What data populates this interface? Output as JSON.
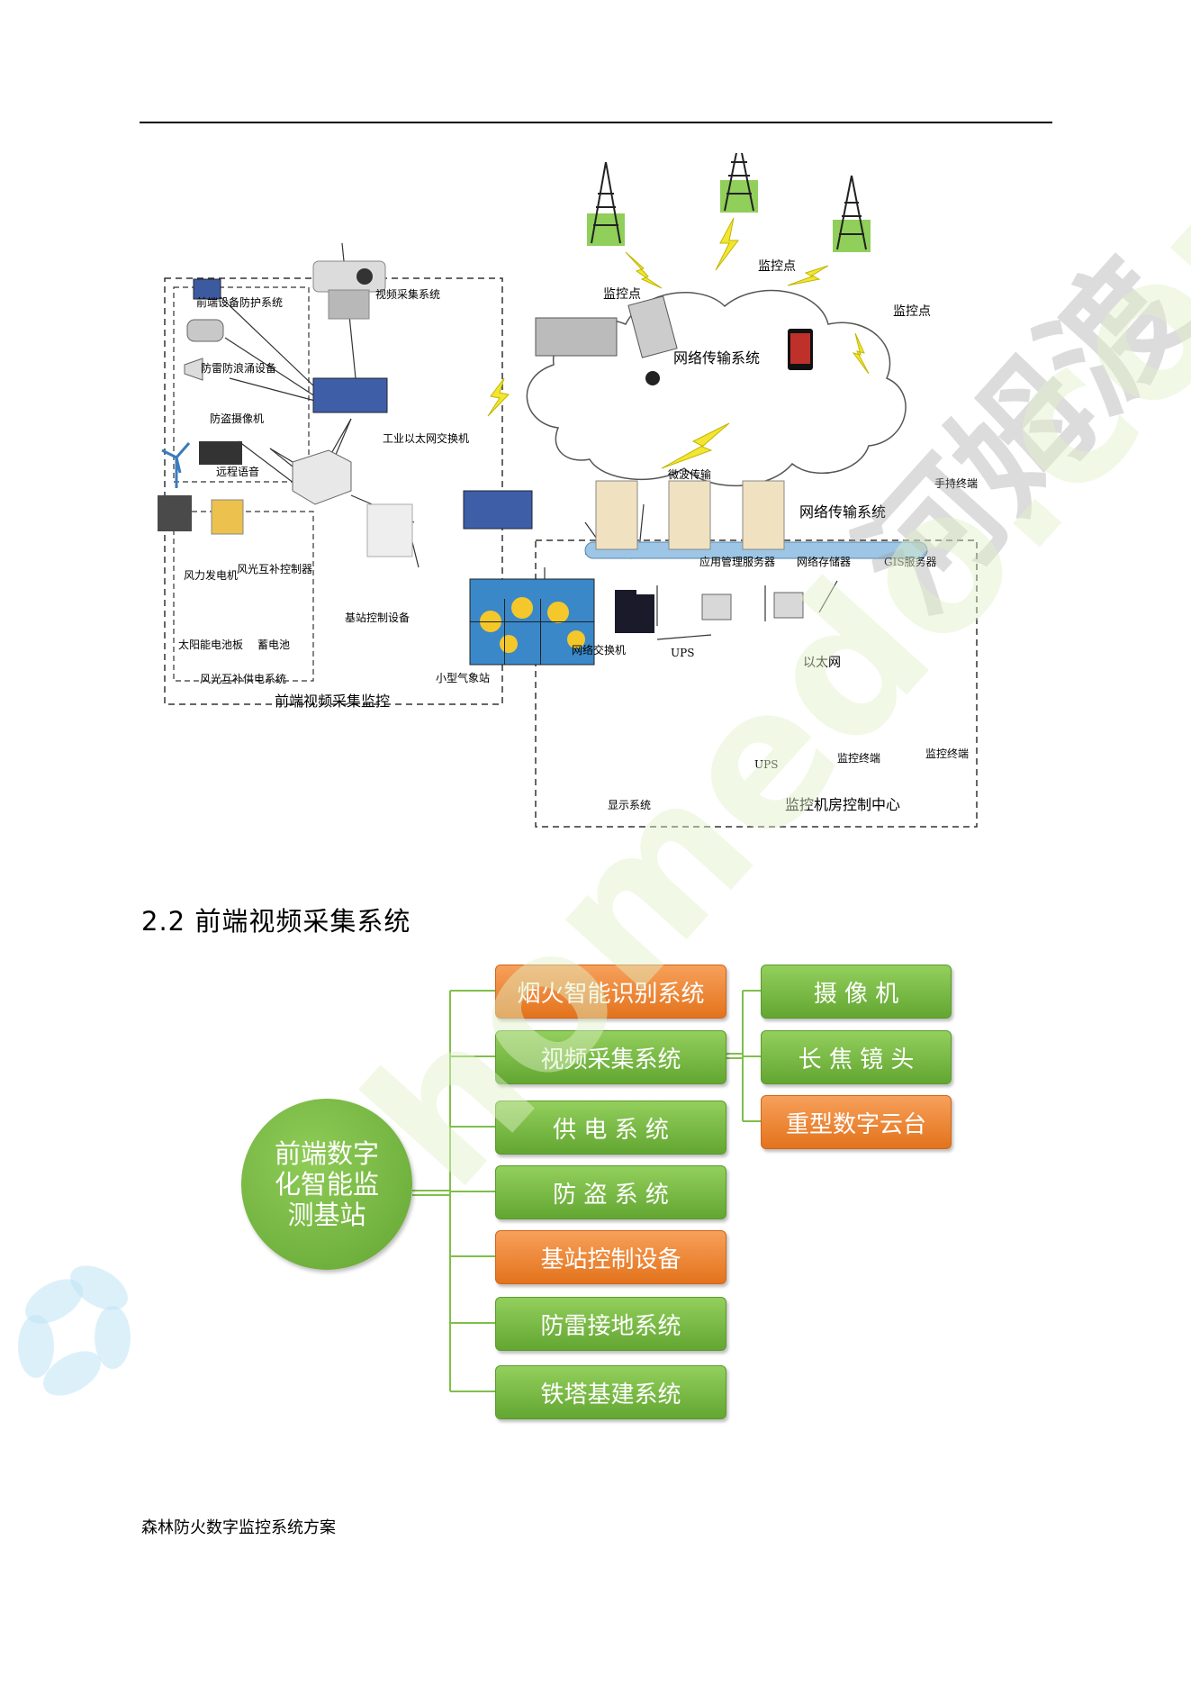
{
  "diagram": {
    "front_protection_system": "前端设备防护系统",
    "lightning_device": "防雷防浪涌设备",
    "antitheft_camera": "防盗摄像机",
    "remote_voice": "远程语音",
    "video_capture_system": "视频采集系统",
    "industrial_switch": "工业以太网交换机",
    "wind_generator": "风力发电机",
    "hybrid_controller": "风光互补控制器",
    "solar_panel": "太阳能电池板",
    "battery": "蓄电池",
    "hybrid_power_system": "风光互补供电系统",
    "station_control": "基站控制设备",
    "weather_station": "小型气象站",
    "front_video_monitor": "前端视频采集监控",
    "monitor_point_1": "监控点",
    "monitor_point_2": "监控点",
    "monitor_point_3": "监控点",
    "cloud_title": "网络传输系统",
    "microwave": "微波传输",
    "handheld": "手持终端",
    "network_system_label": "网络传输系统",
    "app_server": "应用管理服务器",
    "network_storage": "网络存储器",
    "gis_server": "GIS服务器",
    "network_switch": "网络交换机",
    "ups_small": "UPS",
    "ethernet": "以太网",
    "ups": "UPS",
    "monitor_terminal_1": "监控终端",
    "monitor_terminal_2": "监控终端",
    "display_system": "显示系统",
    "control_center": "监控机房控制中心"
  },
  "section": {
    "title": "2.2  前端视频采集系统"
  },
  "tree": {
    "root": "前端数字\n化智能监\n测基站",
    "children": [
      {
        "label": "烟火智能识别系统",
        "color": "#e87d28"
      },
      {
        "label": "视频采集系统",
        "color": "#7cbd45"
      },
      {
        "label": "供 电 系 统",
        "color": "#7cbd45"
      },
      {
        "label": "防 盗 系 统",
        "color": "#7cbd45"
      },
      {
        "label": "基站控制设备",
        "color": "#e87d28"
      },
      {
        "label": "防雷接地系统",
        "color": "#7cbd45"
      },
      {
        "label": "铁塔基建系统",
        "color": "#7cbd45"
      }
    ],
    "sub_children": [
      {
        "label": "摄 像 机",
        "color": "#7cbd45"
      },
      {
        "label": "长 焦 镜 头",
        "color": "#7cbd45"
      },
      {
        "label": "重型数字云台",
        "color": "#e87d28"
      }
    ]
  },
  "footer": {
    "text": "森林防火数字监控系统方案"
  },
  "watermark": {
    "text": "河姆渡",
    "url_text": "homedo.com"
  }
}
